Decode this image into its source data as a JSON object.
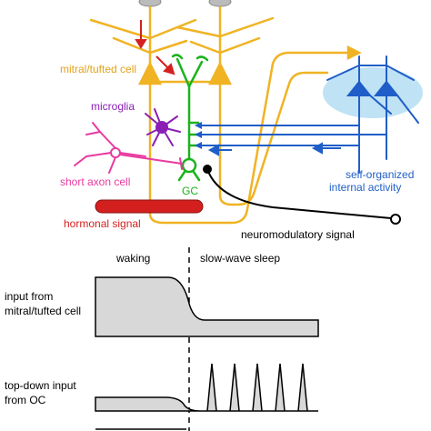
{
  "diagram": {
    "labels": {
      "mitral": "mitral/tufted cell",
      "microglia": "microglia",
      "short_axon": "short axon cell",
      "gc": "GC",
      "hormonal": "hormonal signal",
      "neuromodulatory": "neuromodulatory signal",
      "self_organized_line1": "self-organized",
      "self_organized_line2": "internal activity"
    },
    "colors": {
      "mitral": "#f0b323",
      "microglia": "#8b1fb5",
      "short_axon": "#e83aa0",
      "granule_cell": "#1bb31b",
      "cortex": "#1f5ec8",
      "cortex_halo": "#bfe2f5",
      "hormonal": "#d41f1f",
      "arrow_red": "#d42020",
      "arrow_blue": "#1f5ec8",
      "trace_fill": "#d8d8d8"
    }
  },
  "plot": {
    "state_waking": "waking",
    "state_sleep": "slow-wave sleep",
    "trace1_line1": "input from",
    "trace1_line2": "mitral/tufted cell",
    "trace2_line1": "top-down input",
    "trace2_line2": "from OC"
  }
}
